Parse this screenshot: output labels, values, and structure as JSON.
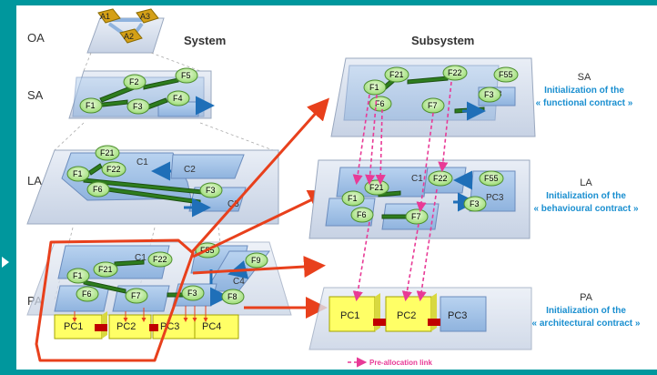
{
  "headers": {
    "system": "System",
    "subsystem": "Subsystem"
  },
  "levels": {
    "oa": "OA",
    "sa": "SA",
    "la": "LA",
    "pa": "PA"
  },
  "right_labels": [
    {
      "level": "SA",
      "line1": "Initialization  of the",
      "line2": "« functional contract »"
    },
    {
      "level": "LA",
      "line1": "Initialization  of the",
      "line2": "« behavioural contract »"
    },
    {
      "level": "PA",
      "line1": "Initialization  of the",
      "line2": "« architectural contract »"
    }
  ],
  "oa_nodes": [
    "A1",
    "A3",
    "A2"
  ],
  "functions": {
    "f1": "F1",
    "f2": "F2",
    "f3": "F3",
    "f4": "F4",
    "f5": "F5",
    "f6": "F6",
    "f7": "F7",
    "f8": "F8",
    "f9": "F9",
    "f21": "F21",
    "f22": "F22",
    "f55": "F55"
  },
  "components": {
    "c1": "C1",
    "c2": "C2",
    "c3": "C3",
    "c4": "C4",
    "c1b": "C1",
    "pc1": "PC1",
    "pc2": "PC2",
    "pc3": "PC3",
    "pc4": "PC4",
    "c3partial": "C3",
    "pc3partial": "PC3"
  },
  "legend": {
    "label": "Pre-allocation link"
  },
  "colors": {
    "teal": "#00979d",
    "accent_blue": "#1f6fb8",
    "red": "#e8401c",
    "magenta": "#e83a96",
    "function_green": "#c9f0a8",
    "pc_yellow": "#ffff66"
  }
}
